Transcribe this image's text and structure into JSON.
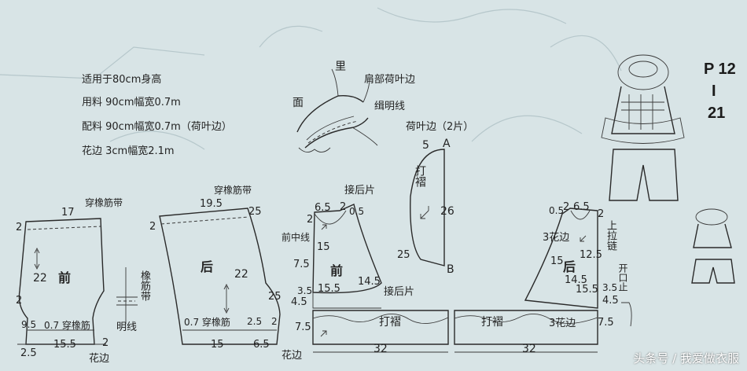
{
  "header": {
    "code_letter": "P 12",
    "code_dash": "I",
    "code_number": "21"
  },
  "materials": [
    "适用于80cm身高",
    "用料  90cm幅宽0.7m",
    "配料  90cm幅宽0.7m（荷叶边）",
    "花边  3cm幅宽2.1m"
  ],
  "detail": {
    "label_inner": "里",
    "label_face": "面",
    "label_shoulder_ruffle": "肩部荷叶边",
    "label_topstitch": "缉明线"
  },
  "ruffle": {
    "title": "荷叶边（2片）",
    "top_measure": "5",
    "point_a": "A",
    "fold_label": "打褶",
    "length": "26",
    "bottom_measure": "25",
    "point_b": "B"
  },
  "front_pants": {
    "label": "前",
    "elastic_casing": "穿橡筋带",
    "top_width": "17",
    "left_top": "2",
    "length": "22",
    "crotch": "2",
    "side_low": "9.5",
    "hem_casing": "0.7 穿橡筋",
    "hem_width": "15.5",
    "hem_right": "2",
    "hem_left": "2.5",
    "edge_label": "花边"
  },
  "elastic_note": {
    "label": "橡筋带",
    "topstitch": "明线"
  },
  "back_pants": {
    "label": "后",
    "elastic_casing": "穿橡筋带",
    "top_width": "19.5",
    "top_right": "25",
    "left_top": "2",
    "length": "22",
    "crotch": "25",
    "hem_casing": "0.7 穿橡筋",
    "hem_mid": "2.5",
    "hem_right": "2",
    "hem_width": "15",
    "hem_right_width": "6.5"
  },
  "front_bodice": {
    "back_connect_top": "接后片",
    "neck_w": "6.5",
    "neck_d": "2",
    "shoulder": "0.5",
    "dim_2": "2",
    "dim_15": "15",
    "dim_75": "7.5",
    "center_front": "前中线",
    "label": "前",
    "dim_145": "14.5",
    "dim_155": "15.5",
    "dim_35": "3.5",
    "dim_45": "4.5",
    "back_connect_bottom": "接后片",
    "skirt_dim_75": "7.5",
    "skirt_fold": "打褶",
    "skirt_width": "32",
    "lace_label": "花边"
  },
  "back_bodice": {
    "dim_05": "0.5",
    "neck_d": "2",
    "neck_w": "6.5",
    "dim_2": "2",
    "lace_3": "3花边",
    "dim_15": "15",
    "label": "后",
    "dim_125": "12.5",
    "dim_145": "14.5",
    "dim_155": "15.5",
    "dim_35": "3.5",
    "dim_45": "4.5",
    "zipper": "上拉链",
    "opening": "开口止",
    "skirt_fold": "打褶",
    "skirt_lace": "3花边",
    "skirt_dim_75": "7.5",
    "skirt_width": "32"
  },
  "watermark": "头条号 / 我爱做衣服"
}
